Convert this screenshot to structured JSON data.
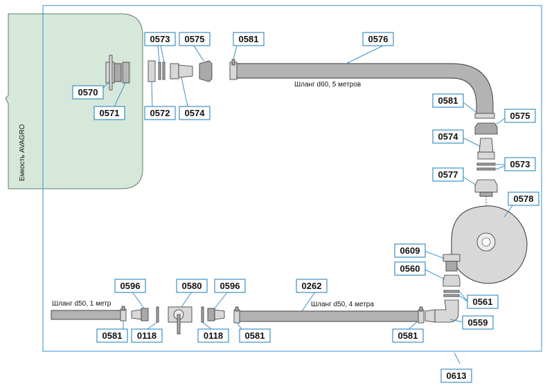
{
  "colors": {
    "accent": "#3a8fc4",
    "tank_fill": "#d6e8da",
    "hose_fill": "#b3b3b3",
    "part_fill": "#d8d8d8",
    "frame_line": "#3a8fc4"
  },
  "tank": {
    "label": "Емкость AVAGRO"
  },
  "captions": {
    "hose_d60": "Шланг d60, 5 метров",
    "hose_d50_1": "Шланг d50, 1 метр",
    "hose_d50_4": "Шланг d50, 4 метра"
  },
  "labels": {
    "p0570": "0570",
    "p0571": "0571",
    "p0572": "0572",
    "p0573a": "0573",
    "p0574a": "0574",
    "p0575a": "0575",
    "p0581a": "0581",
    "p0576": "0576",
    "p0581b": "0581",
    "p0575b": "0575",
    "p0574b": "0574",
    "p0573b": "0573",
    "p0577": "0577",
    "p0578": "0578",
    "p0609": "0609",
    "p0560": "0560",
    "p0561": "0561",
    "p0559": "0559",
    "p0581c": "0581",
    "p0262": "0262",
    "p0581d": "0581",
    "p0596a": "0596",
    "p0580": "0580",
    "p0596b": "0596",
    "p0118a": "0118",
    "p0118b": "0118",
    "p0581e": "0581",
    "p0613": "0613"
  }
}
